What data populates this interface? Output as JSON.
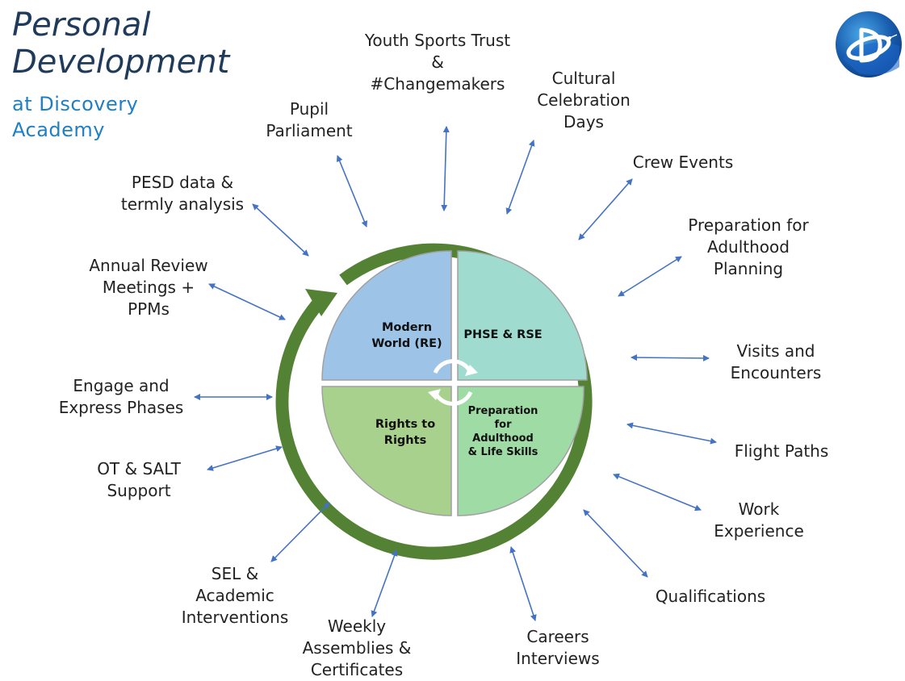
{
  "title": {
    "line1": "Personal",
    "line2": "Development",
    "sub1": "at  Discovery",
    "sub2": "Academy"
  },
  "colors": {
    "ring": "#548235",
    "arrow": "#4472c4",
    "q_modern_world": "#9dc3e6",
    "q_phse": "#9fdccf",
    "q_rights": "#a9d18e",
    "q_adulthood": "#9fdba5"
  },
  "quadrants": {
    "modern_world": [
      "Modern",
      "World (RE)"
    ],
    "phse": [
      "PHSE & RSE"
    ],
    "rights": [
      "Rights to",
      "Rights"
    ],
    "adulthood": [
      "Preparation",
      "for",
      "Adulthood",
      "& Life Skills"
    ]
  },
  "labels": {
    "youth_sports": [
      "Youth Sports Trust",
      "&",
      "#Changemakers"
    ],
    "cultural": [
      "Cultural",
      "Celebration",
      "Days"
    ],
    "crew": [
      "Crew Events"
    ],
    "prep_planning": [
      "Preparation for",
      "Adulthood",
      "Planning"
    ],
    "visits": [
      "Visits and",
      "Encounters"
    ],
    "flight": [
      "Flight Paths"
    ],
    "work": [
      "Work",
      "Experience"
    ],
    "qualifications": [
      "Qualifications"
    ],
    "careers": [
      "Careers",
      "Interviews"
    ],
    "assemblies": [
      "Weekly",
      "Assemblies &",
      "Certificates"
    ],
    "sel": [
      "SEL &",
      "Academic",
      "Interventions"
    ],
    "ot_salt": [
      "OT & SALT",
      "Support"
    ],
    "engage": [
      "Engage and",
      "Express Phases"
    ],
    "annual": [
      "Annual Review",
      "Meetings +",
      "PPMs"
    ],
    "pesd": [
      "PESD data &",
      "termly analysis"
    ],
    "pupil": [
      "Pupil",
      "Parliament"
    ]
  },
  "logo": {
    "name": "discovery-academy-logo-icon"
  }
}
